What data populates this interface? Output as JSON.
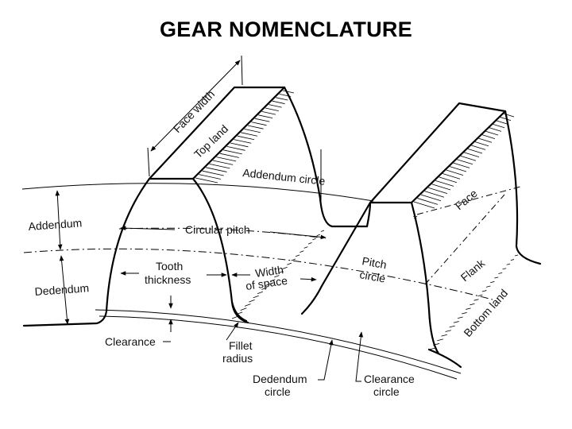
{
  "title": "GEAR NOMENCLATURE",
  "labels": {
    "face_width": "Face width",
    "top_land": "Top land",
    "addendum_circle": "Addendum circle",
    "face": "Face",
    "addendum": "Addendum",
    "circular_pitch": "Circular pitch",
    "pitch_circle_1": "Pitch",
    "pitch_circle_2": "circle",
    "flank": "Flank",
    "tooth_thickness_1": "Tooth",
    "tooth_thickness_2": "thickness",
    "width_of_space_1": "Width",
    "width_of_space_2": "of space",
    "dedendum": "Dedendum",
    "bottom_land": "Bottom land",
    "clearance": "Clearance",
    "fillet_radius_1": "Fillet",
    "fillet_radius_2": "radius",
    "dedendum_circle_1": "Dedendum",
    "dedendum_circle_2": "circle",
    "clearance_circle_1": "Clearance",
    "clearance_circle_2": "circle",
    "asterisk": "*"
  }
}
